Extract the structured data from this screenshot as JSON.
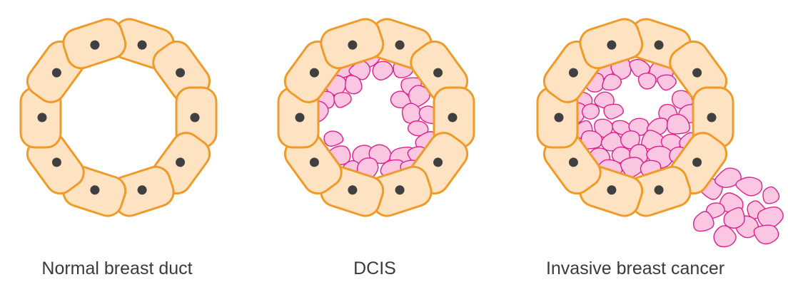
{
  "colors": {
    "cell_fill": "#fde3c1",
    "cell_stroke": "#f09a2a",
    "nucleus": "#404040",
    "tumor_fill": "#fbc6e1",
    "tumor_stroke": "#e0208a",
    "caption": "#3a3a3a"
  },
  "panels": [
    {
      "caption": "Normal breast duct",
      "state": "normal"
    },
    {
      "caption": "DCIS",
      "state": "in-situ"
    },
    {
      "caption": "Invasive breast cancer",
      "state": "invasive"
    }
  ]
}
